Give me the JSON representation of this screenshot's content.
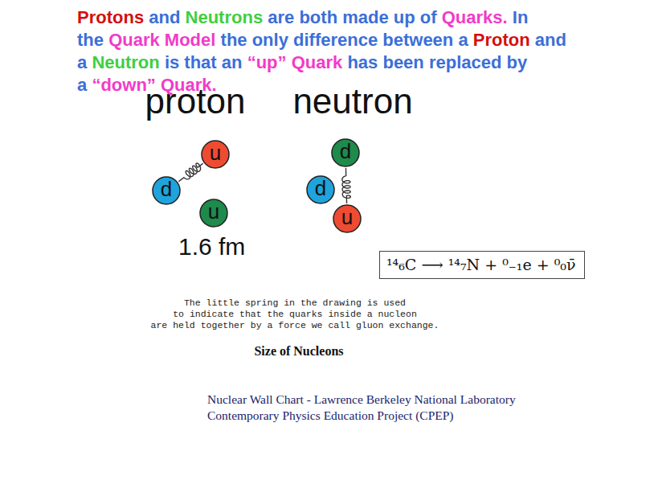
{
  "diagram": {
    "nodes": [
      {
        "text": [
          "proton"
        ]
      },
      {
        "text": [
          "u"
        ],
        "in": 0
      },
      {
        "text": [
          "d"
        ],
        "in": 0
      },
      {
        "text": [
          "u"
        ],
        "in": 0
      },
      {
        "text": [
          "neutron"
        ]
      },
      {
        "text": [
          "d"
        ],
        "in": 4
      },
      {
        "text": [
          "d"
        ],
        "in": 4
      },
      {
        "text": [
          "u"
        ],
        "in": 4
      },
      {
        "text": [
          "¹⁴₆C ⟶ ¹⁴₇N + ⁰₋₁e + ⁰₀ν̄"
        ]
      }
    ],
    "edges": [
      {
        "from": 2,
        "to": 1,
        "arrow": "none"
      },
      {
        "from": 5,
        "to": 7,
        "arrow": "none"
      }
    ],
    "labels": [
      "Protons",
      "and",
      "Neutrons",
      "are both made up of",
      "Quarks.",
      "In the",
      "Quark Model",
      "the only difference between a",
      "Proton",
      "and a",
      "Neutron",
      "is that an",
      "“up”",
      "Quark",
      "has been replaced by a",
      "“down” Quark.",
      "1.6 fm",
      "The little spring in the drawing is used",
      "to indicate that the quarks inside a nucleon",
      "are held together by a force we call gluon exchange.",
      "Size of Nucleons",
      "Nuclear Wall Chart - Lawrence Berkeley National Laboratory",
      "Contemporary Physics Education Project (CPEP)"
    ]
  }
}
